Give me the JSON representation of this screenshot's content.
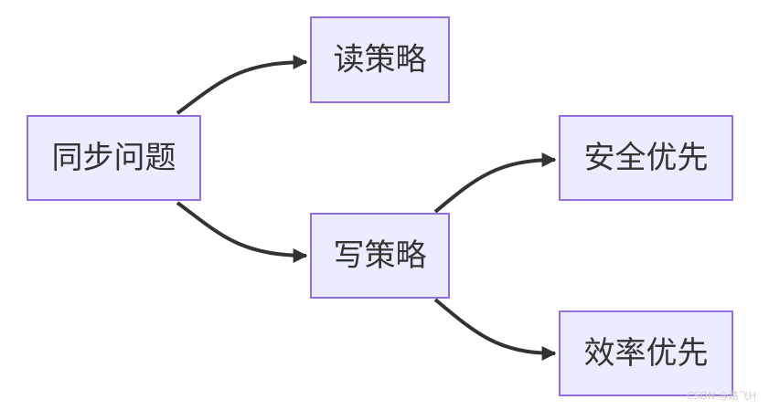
{
  "diagram": {
    "nodes": {
      "sync_problem": "同步问题",
      "read_strategy": "读策略",
      "write_strategy": "写策略",
      "safety_first": "安全优先",
      "efficiency_first": "效率优先"
    },
    "edges": [
      [
        "sync_problem",
        "read_strategy"
      ],
      [
        "sync_problem",
        "write_strategy"
      ],
      [
        "write_strategy",
        "safety_first"
      ],
      [
        "write_strategy",
        "efficiency_first"
      ]
    ],
    "colors": {
      "node_fill": "#ececff",
      "node_border": "#9370db",
      "edge": "#333333",
      "text": "#333333"
    }
  },
  "watermark": "CSDN @路飞H"
}
